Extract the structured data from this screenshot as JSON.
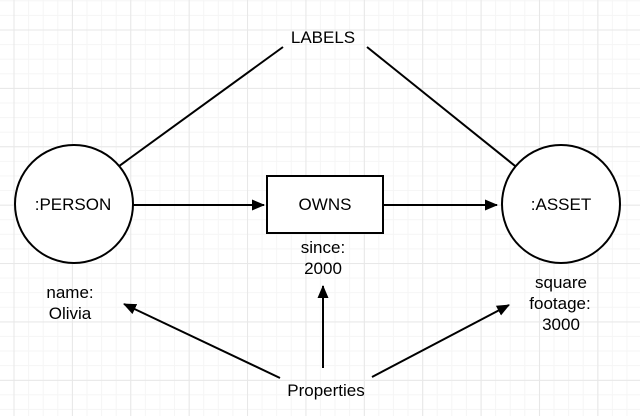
{
  "diagram": {
    "labels_caption": "LABELS",
    "properties_caption": "Properties",
    "person_node": {
      "label": ":PERSON",
      "property": [
        "name:",
        "Olivia"
      ]
    },
    "owns_relationship": {
      "label": "OWNS",
      "property": [
        "since:",
        "2000"
      ]
    },
    "asset_node": {
      "label": ":ASSET",
      "property": [
        "square",
        "footage:",
        "3000"
      ]
    },
    "colors": {
      "stroke": "#000000",
      "shape_fill": "#ffffff",
      "text": "#000000",
      "background": "#ffffff",
      "grid_minor": "#f5f5f5",
      "grid_major": "#e7e7e7"
    }
  }
}
